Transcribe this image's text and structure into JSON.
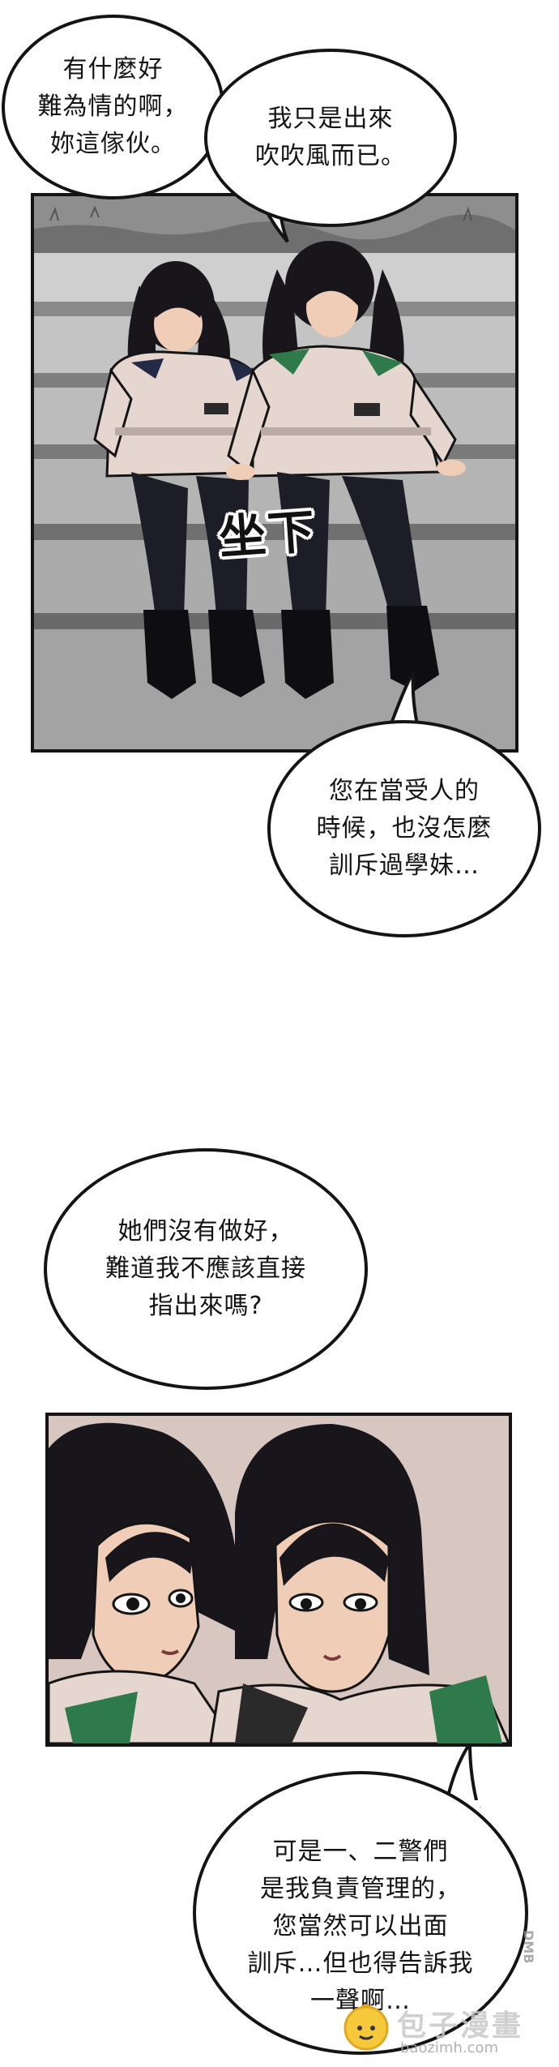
{
  "bubbles": {
    "b1": "有什麼好\n難為情的啊，\n妳這傢伙。",
    "b2": "我只是出來\n吹吹風而已。",
    "b3": "您在當受人的\n時候，也沒怎麼\n訓斥過學妹…",
    "b4": "她們沒有做好，\n難道我不應該直接\n指出來嗎?",
    "b5": "可是一、二警們\n是我負責管理的，\n您當然可以出面\n訓斥…但也得告訴我\n一聲啊…"
  },
  "sfx": {
    "sit_down": "坐下"
  },
  "watermark": {
    "brand": "包子漫畫",
    "url": "baozimh.com",
    "side": "DMB"
  },
  "colors": {
    "ink": "#141414",
    "uniform": "#e6d6d0",
    "trousers": "#1c1d26",
    "hair": "#18161a",
    "skin": "#f0cdb7",
    "stairs_light": "#bdbdbd",
    "stairs_dark": "#7f7f7f",
    "accent_green": "#2f7a4a",
    "accent_navy": "#232a46"
  }
}
